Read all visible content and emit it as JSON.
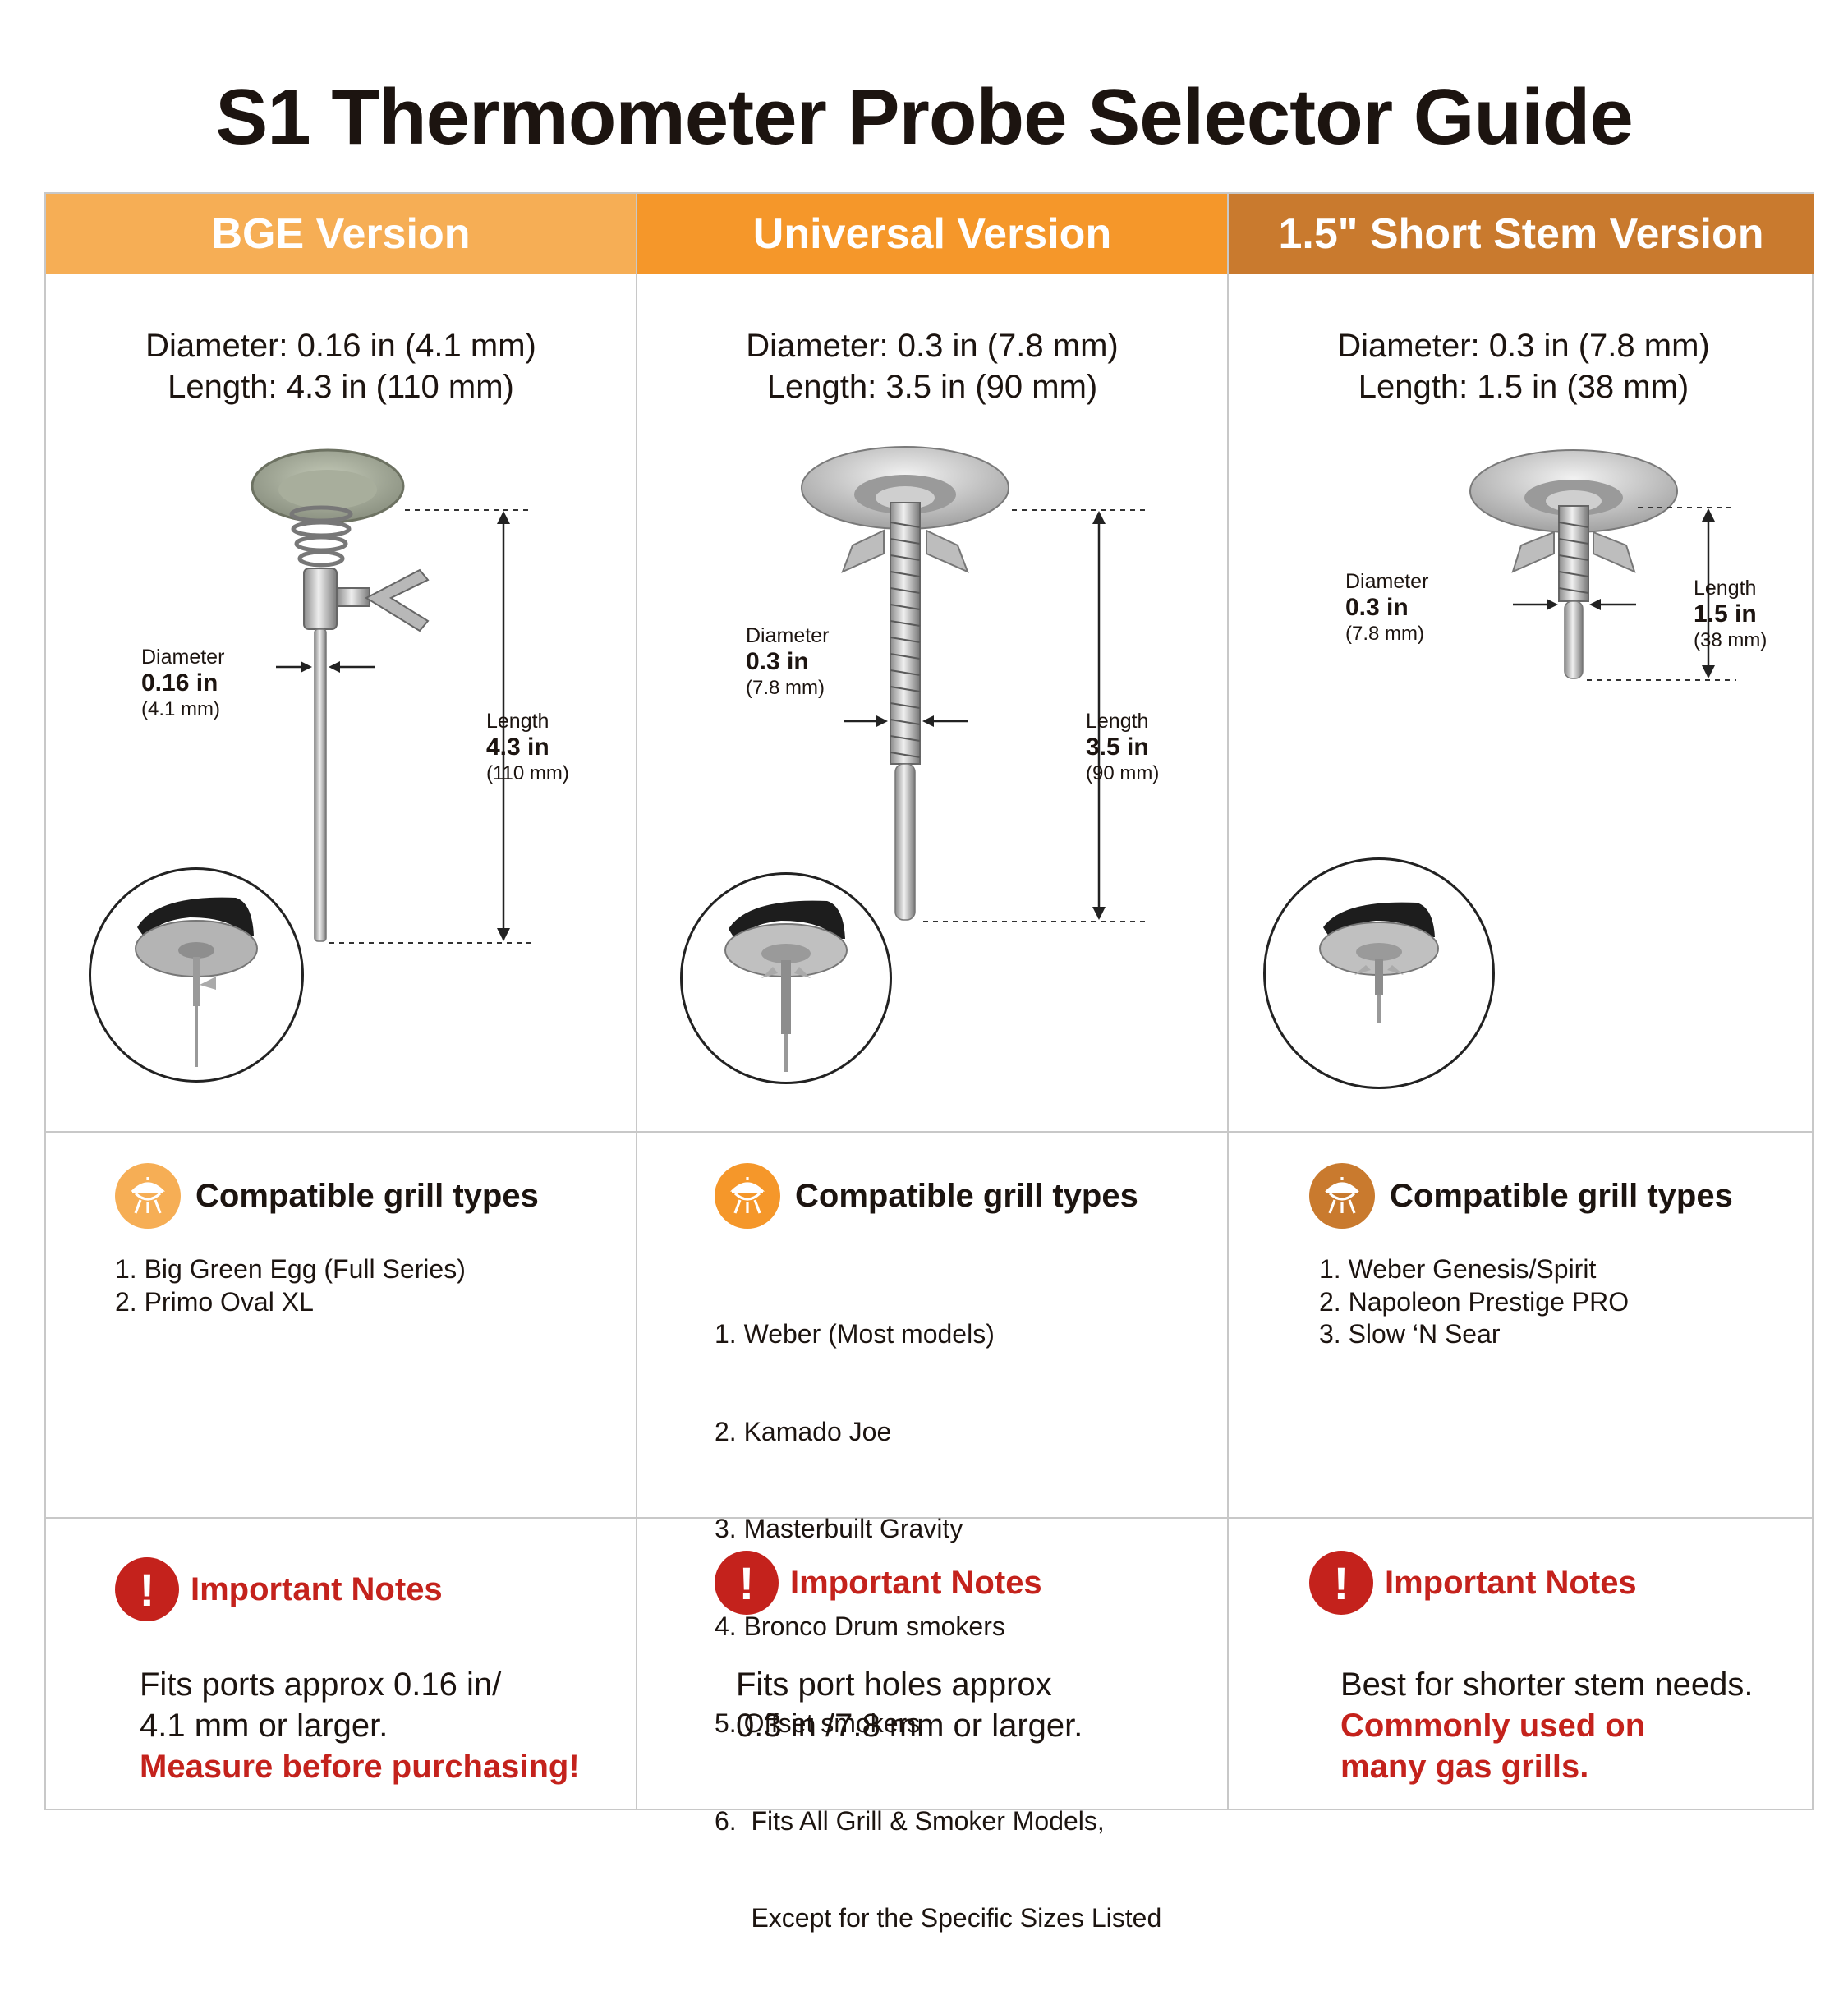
{
  "title": "S1 Thermometer Probe Selector Guide",
  "colors": {
    "bge_header": "#f6ae55",
    "universal_header": "#f5972a",
    "short_header": "#c97a2e",
    "accent_red": "#c4221c"
  },
  "columns": [
    {
      "header": "BGE Version",
      "spec_diameter": "Diameter: 0.16 in (4.1 mm)",
      "spec_length": "Length: 4.3 in (110 mm)",
      "diameter_label": "Diameter",
      "diameter_value": "0.16 in",
      "diameter_mm": "(4.1 mm)",
      "length_label": "Length",
      "length_value": "4.3 in",
      "length_mm": "(110 mm)",
      "compat_title": "Compatible grill types",
      "compat_icon": "grill-icon",
      "compat_items": [
        "1. Big Green Egg (Full Series)",
        "2. Primo Oval XL"
      ],
      "notes_title": "Important Notes",
      "notes_icon": "exclamation-icon",
      "notes_line1": "Fits ports approx 0.16 in/",
      "notes_line2": "4.1 mm or larger.",
      "notes_red1": "Measure before purchasing!",
      "notes_red2": ""
    },
    {
      "header": "Universal Version",
      "spec_diameter": "Diameter: 0.3 in (7.8 mm)",
      "spec_length": "Length: 3.5 in (90 mm)",
      "diameter_label": "Diameter",
      "diameter_value": "0.3 in",
      "diameter_mm": "(7.8 mm)",
      "length_label": "Length",
      "length_value": "3.5 in",
      "length_mm": "(90 mm)",
      "compat_title": "Compatible grill types",
      "compat_icon": "grill-icon",
      "compat_items": [
        "1. Weber (Most models)",
        "2. Kamado Joe",
        "3. Masterbuilt Gravity",
        "4. Bronco Drum smokers",
        "5. Offset smokers",
        "6.  Fits All Grill & Smoker Models,",
        "     Except for the Specific Sizes Listed"
      ],
      "notes_title": "Important Notes",
      "notes_icon": "exclamation-icon",
      "notes_line1": "Fits port holes approx",
      "notes_line2": "0.3 in /7.8 mm or larger.",
      "notes_red1": "",
      "notes_red2": ""
    },
    {
      "header": "1.5\" Short Stem Version",
      "spec_diameter": "Diameter: 0.3 in (7.8 mm)",
      "spec_length": "Length: 1.5 in (38 mm)",
      "diameter_label": "Diameter",
      "diameter_value": "0.3 in",
      "diameter_mm": "(7.8 mm)",
      "length_label": "Length",
      "length_value": "1.5 in",
      "length_mm": "(38 mm)",
      "compat_title": "Compatible grill types",
      "compat_icon": "grill-icon",
      "compat_items": [
        "1. Weber Genesis/Spirit",
        "2. Napoleon Prestige PRO",
        "3. Slow ‘N Sear"
      ],
      "notes_title": "Important Notes",
      "notes_icon": "exclamation-icon",
      "notes_line1": "Best for shorter stem needs.",
      "notes_line2": "",
      "notes_red1": "Commonly used on",
      "notes_red2": "many gas grills."
    }
  ]
}
